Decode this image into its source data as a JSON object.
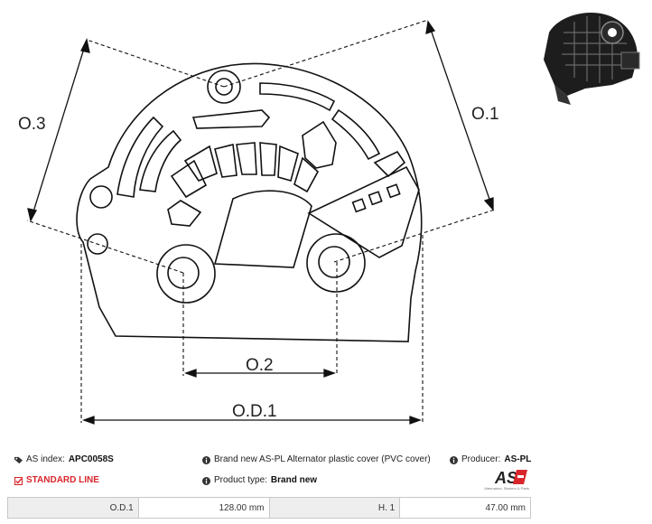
{
  "drawing": {
    "labels": {
      "o1": "O.1",
      "o2": "O.2",
      "o3": "O.3",
      "od1": "O.D.1"
    }
  },
  "info": {
    "as_index_label": "AS index:",
    "as_index_value": "APC0058S",
    "line_label": "STANDARD LINE",
    "description": "Brand new AS-PL Alternator plastic cover (PVC cover)",
    "product_type_label": "Product type:",
    "product_type_value": "Brand new",
    "producer_label": "Producer:",
    "producer_value": "AS-PL"
  },
  "logo": {
    "text": "AS",
    "tagline": "Alternators, Starters & Parts",
    "colors": {
      "red": "#d9262c",
      "dark": "#222222"
    }
  },
  "specs": [
    {
      "label": "O.D.1",
      "value": "128.00 mm"
    },
    {
      "label": "H. 1",
      "value": "47.00 mm"
    }
  ]
}
